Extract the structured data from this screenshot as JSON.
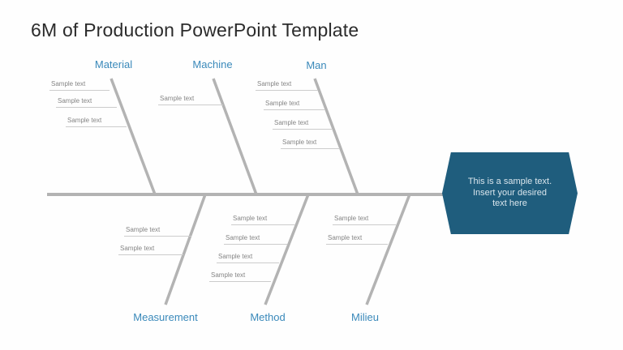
{
  "title": "6M of Production PowerPoint Template",
  "colors": {
    "accent_label_blue": "#3a89ba",
    "callout_teal": "#1f5d7d",
    "skeleton_gray": "#b3b3b3",
    "sample_text_gray": "#858585",
    "title_color": "#2b2b2b"
  },
  "callout": {
    "text": "This is a sample text. Insert your desired text here"
  },
  "branches": {
    "top": [
      {
        "label": "Material",
        "items": [
          "Sample text",
          "Sample text",
          "Sample text"
        ]
      },
      {
        "label": "Machine",
        "items": [
          "Sample text"
        ]
      },
      {
        "label": "Man",
        "items": [
          "Sample text",
          "Sample text",
          "Sample text",
          "Sample text"
        ]
      }
    ],
    "bottom": [
      {
        "label": "Measurement",
        "items": [
          "Sample text",
          "Sample text"
        ]
      },
      {
        "label": "Method",
        "items": [
          "Sample text",
          "Sample text",
          "Sample text",
          "Sample text"
        ]
      },
      {
        "label": "Milieu",
        "items": [
          "Sample text",
          "Sample text"
        ]
      }
    ]
  }
}
